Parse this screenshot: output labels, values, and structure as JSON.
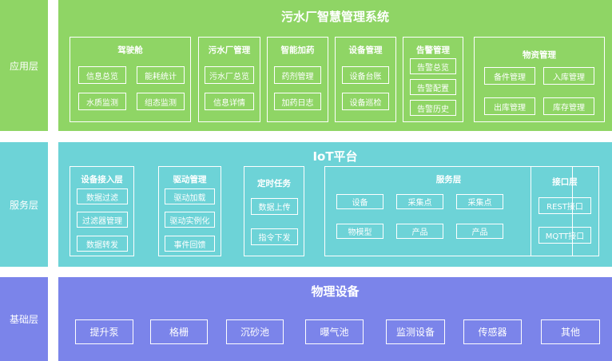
{
  "layers": {
    "app": "应用层",
    "service": "服务层",
    "base": "基础层"
  },
  "app": {
    "title": "污水厂智慧管理系统",
    "cockpit": {
      "title": "驾驶舱",
      "items": [
        "信息总览",
        "能耗统计",
        "水质监测",
        "组态监测"
      ]
    },
    "plant": {
      "title": "污水厂管理",
      "items": [
        "污水厂总览",
        "信息详情"
      ]
    },
    "dosing": {
      "title": "智能加药",
      "items": [
        "药剂管理",
        "加药日志"
      ]
    },
    "equipment": {
      "title": "设备管理",
      "items": [
        "设备台账",
        "设备巡检"
      ]
    },
    "alarm": {
      "title": "告警管理",
      "items": [
        "告警总览",
        "告警配置",
        "告警历史"
      ]
    },
    "material": {
      "title": "物资管理",
      "items": [
        "备件管理",
        "入库管理",
        "出库管理",
        "库存管理"
      ]
    }
  },
  "iot": {
    "title": "IoT平台",
    "access": {
      "title": "设备接入层",
      "items": [
        "数据过滤",
        "过滤器管理",
        "数据转发"
      ]
    },
    "driver": {
      "title": "驱动管理",
      "items": [
        "驱动加载",
        "驱动实例化",
        "事件回馈"
      ]
    },
    "timer": {
      "title": "定时任务",
      "items": [
        "数据上传",
        "指令下发"
      ]
    },
    "service": {
      "title": "服务层",
      "items": [
        "设备",
        "采集点",
        "采集点",
        "物模型",
        "产品",
        "产品"
      ]
    },
    "interface": {
      "title": "接口层",
      "items": [
        "REST接口",
        "MQTT接口"
      ]
    }
  },
  "physical": {
    "title": "物理设备",
    "items": [
      "提升泵",
      "格栅",
      "沉砂池",
      "曝气池",
      "监测设备",
      "传感器",
      "其他"
    ]
  }
}
